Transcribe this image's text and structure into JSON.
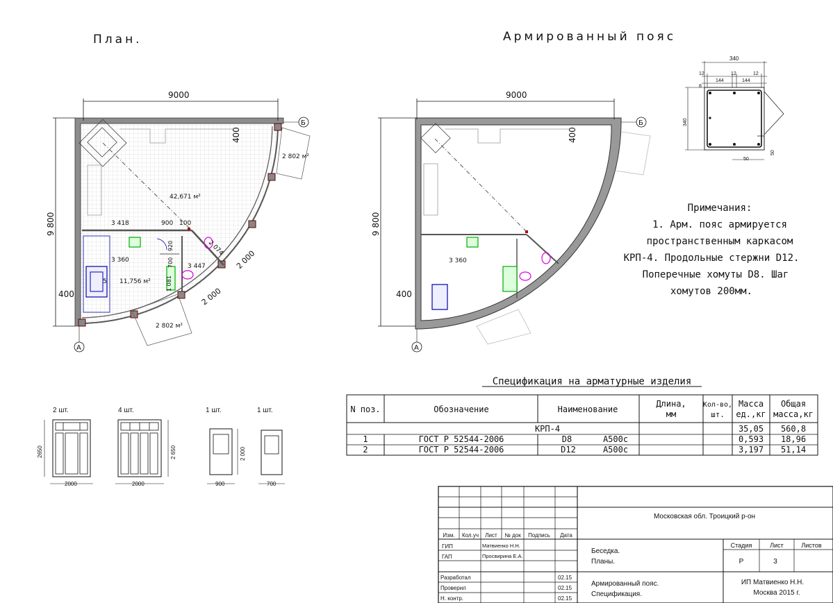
{
  "plan": {
    "title": "План.",
    "dim_width": "9000",
    "dim_height": "9 800",
    "dim_400_left": "400",
    "dim_400_top": "400",
    "axis_a": "А",
    "axis_b": "Б",
    "area_main": "42,671 м²",
    "area_small": "11,756 м²",
    "dim_3418": "3 418",
    "dim_900": "900",
    "dim_100": "100",
    "dim_3360": "3 360",
    "dim_920": "920",
    "dim_700": "700",
    "dim_1081": "1 081",
    "dim_3447": "3 447",
    "dim_2074": "2 074",
    "dim_2000a": "2 000",
    "dim_2000b": "2 000",
    "dim_2802a": "2 802 м²",
    "dim_2802b": "2 802 м²",
    "dim_5": "5"
  },
  "belt": {
    "title": "Армированный пояс",
    "dim_width": "9000",
    "dim_height": "9 800",
    "dim_400_left": "400",
    "dim_400_top": "400",
    "dim_3360": "3 360",
    "axis_a": "А",
    "axis_b": "Б"
  },
  "section": {
    "d340_top": "340",
    "d12a": "12",
    "d12b": "12",
    "d12c": "12",
    "d144a": "144",
    "d144b": "144",
    "d8": "8",
    "d340_side": "340",
    "d50a": "50",
    "d50b": "50"
  },
  "notes": {
    "title": "Примечания:",
    "lines": [
      "1. Арм. пояс армируется",
      "пространственным каркасом",
      "КРП-4. Продольные стержни D12.",
      "Поперечные хомуты D8. Шаг",
      "хомутов 200мм."
    ]
  },
  "spec": {
    "title": "Спецификация на арматурные изделия",
    "headers": {
      "pos": "N поз.",
      "designation": "Обозначение",
      "name": "Наименование",
      "length1": "Длина,",
      "length2": "мм",
      "qty1": "Кол-во,",
      "qty2": "шт.",
      "mass1": "Масса",
      "mass2": "ед.,кг",
      "total1": "Общая",
      "total2": "масса,кг"
    },
    "group": {
      "name": "КРП-4",
      "mass": "35,05",
      "total": "560,8"
    },
    "rows": [
      {
        "pos": "1",
        "designation": "ГОСТ Р 52544-2006",
        "d": "D8",
        "steel": "А500с",
        "mass": "0,593",
        "total": "18,96"
      },
      {
        "pos": "2",
        "designation": "ГОСТ Р 52544-2006",
        "d": "D12",
        "steel": "А500с",
        "mass": "3,197",
        "total": "51,14"
      }
    ]
  },
  "openings": [
    {
      "count": "2 шт.",
      "width": "2000",
      "height": "2650"
    },
    {
      "count": "4 шт.",
      "width": "2000",
      "height": "2 650"
    },
    {
      "count": "1 шт.",
      "width": "900",
      "height": "2 000"
    },
    {
      "count": "1 шт.",
      "width": "700",
      "height": ""
    }
  ],
  "stamp": {
    "location": "Московская обл. Троицкий р-он",
    "cols": [
      "Изм.",
      "Кол.уч",
      "Лист",
      "№ док",
      "Подпись",
      "Дата"
    ],
    "gip_label": "ГИП",
    "gip_name": "Матвиенко Н.Н.",
    "gap_label": "ГАП",
    "gap_name": "Просвирина Е.А.",
    "razrab": "Разработал",
    "proveril": "Проверил",
    "nkontr": "Н. контр.",
    "date1": "02.15",
    "date2": "02.15",
    "date3": "02.15",
    "object1": "Беседка.",
    "object2": "Планы.",
    "sheet_title1": "Армированный пояс.",
    "sheet_title2": "Спецификация.",
    "stage_h": "Стадия",
    "sheet_h": "Лист",
    "sheets_h": "Листов",
    "stage": "Р",
    "sheet": "3",
    "org1": "ИП Матвиенко Н.Н.",
    "org2": "Москва 2015 г."
  }
}
